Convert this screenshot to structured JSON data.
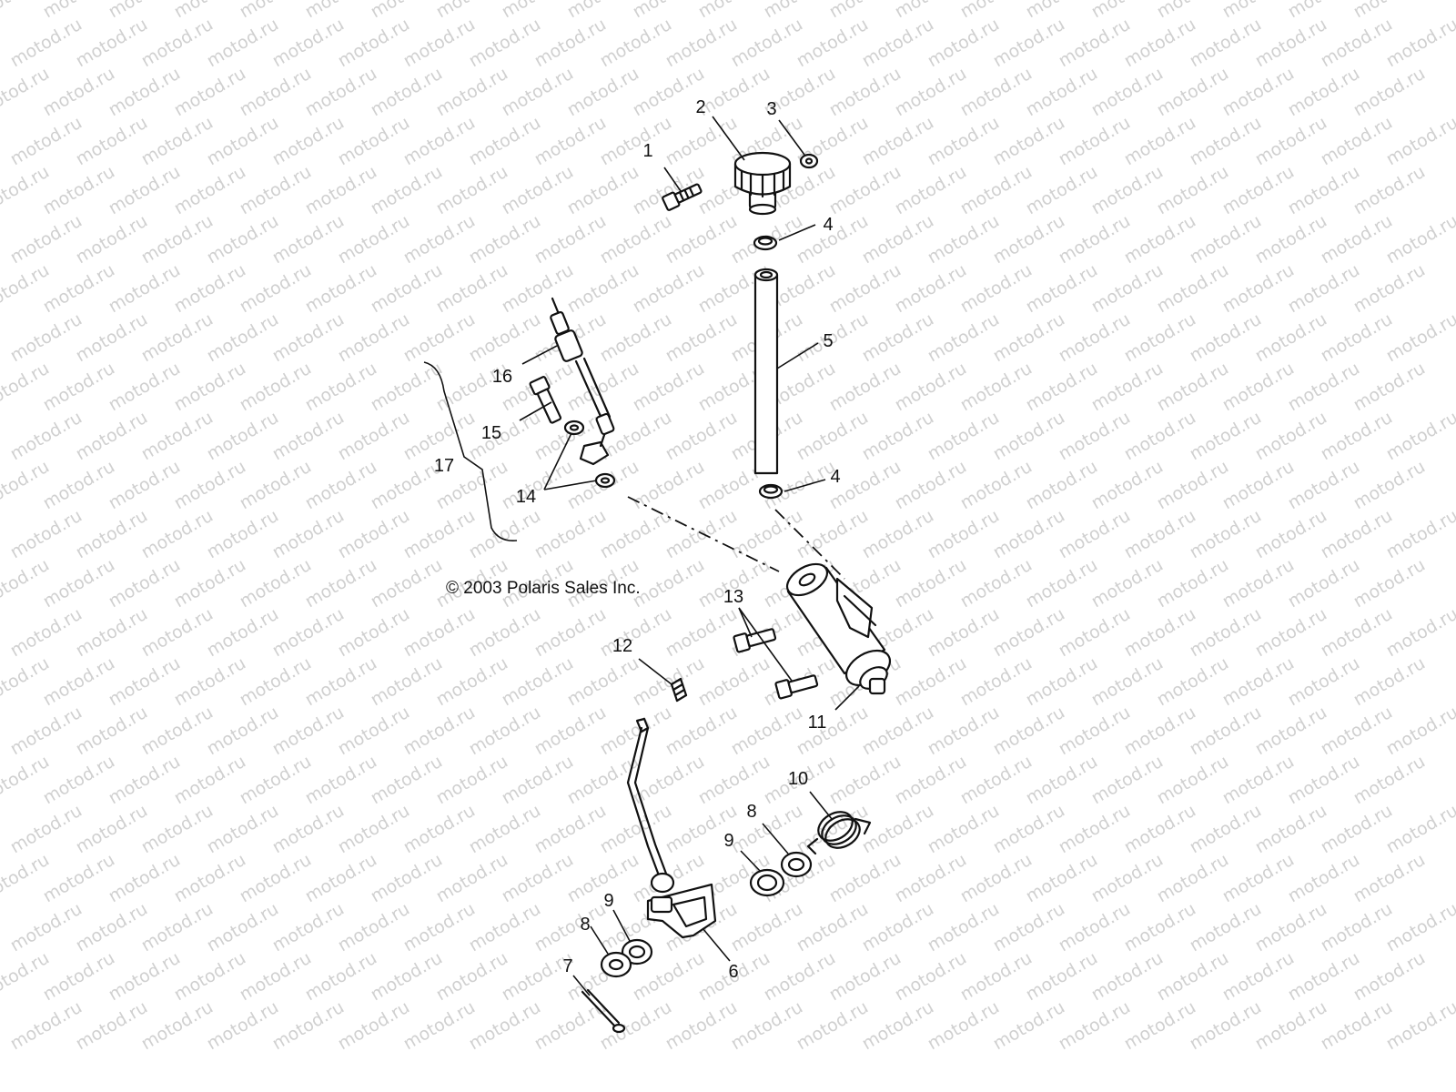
{
  "copyright": "© 2003 Polaris Sales Inc.",
  "watermark": "motod.ru",
  "colors": {
    "ink": "#111111",
    "watermark": "#d0d0d0",
    "background": "#ffffff"
  },
  "callouts": [
    "1",
    "2",
    "3",
    "4",
    "5",
    "4",
    "16",
    "15",
    "17",
    "14",
    "13",
    "12",
    "11",
    "10",
    "9",
    "8",
    "9",
    "8",
    "7",
    "6"
  ]
}
